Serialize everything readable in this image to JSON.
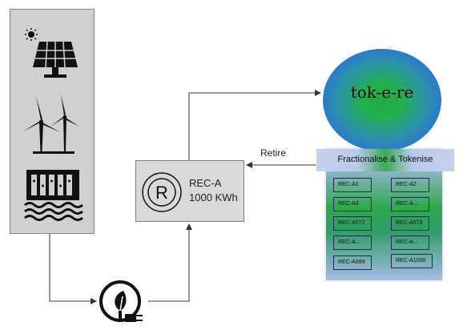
{
  "sources": {
    "icons": [
      "solar-panel-icon",
      "wind-turbine-icon",
      "hydro-dam-icon"
    ]
  },
  "certificate": {
    "symbol": "R",
    "name": "REC-A",
    "amount": "1000 KWh"
  },
  "tokenizer": {
    "name": "tok-e-re"
  },
  "fractions": {
    "title": "Fractionalise & Tokenise",
    "tokens_left": [
      "REC-A1",
      "REC-A3",
      "REC-A572",
      "REC-A....",
      "REC-A999"
    ],
    "tokens_right": [
      "REC-A2",
      "REC-A....",
      "REC-A573",
      "REC-A....",
      "REC-A1000"
    ]
  },
  "arrows": {
    "retire_label": "Retire"
  },
  "colors": {
    "source_panel": "#d0d0d0",
    "rec_box": "#d9d9d9",
    "token_green": "#22a83e",
    "token_blue": "#2d6fd9",
    "line": "#333333"
  }
}
